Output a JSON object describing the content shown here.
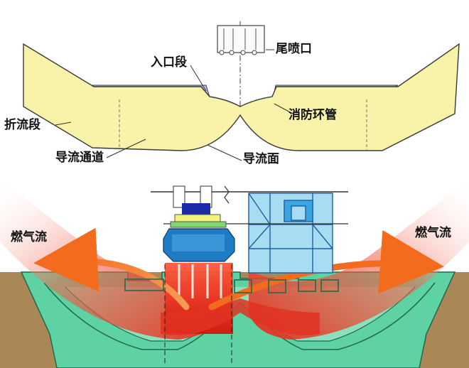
{
  "labels": {
    "tail_nozzle": "尾喷口",
    "entry_section": "入口段",
    "deflection_section": "折流段",
    "fire_ring_pipe": "消防环管",
    "diversion_channel": "导流通道",
    "diversion_surface": "导流面",
    "gas_flow_left": "燃气流",
    "gas_flow_right": "燃气流"
  },
  "colors": {
    "deflector_fill": "#f8f3a8",
    "deflector_stroke": "#3a3a3a",
    "ring_pipe_band": "#b9bce6",
    "ground": "#a98756",
    "trough_fill": "#5fd2a3",
    "trough_stroke": "#1f6a4a",
    "tower": "#a7dcf2",
    "tower_stroke": "#1e5fa0",
    "rocket_blue": "#1f7bc4",
    "plume_red": "#e8281a",
    "arrow_orange": "#f26a1d"
  }
}
